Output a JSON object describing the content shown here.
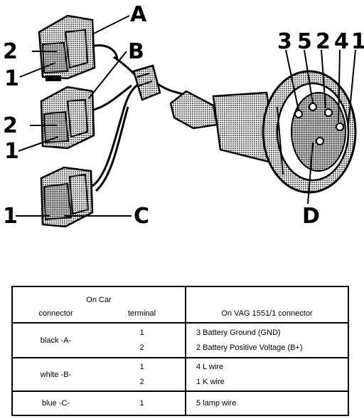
{
  "diagram": {
    "labels": {
      "A": "A",
      "B": "B",
      "C": "C",
      "D": "D",
      "left_2_top": "2",
      "left_1_top": "1",
      "left_2_mid": "2",
      "left_1_mid": "1",
      "left_1_bottom": "1",
      "pin_3": "3",
      "pin_5": "5",
      "pin_2": "2",
      "pin_4": "4",
      "pin_1": "1"
    },
    "colors": {
      "ink": "#000000",
      "stipple": "#8a8a8a",
      "background": "#ffffff"
    }
  },
  "table": {
    "group_header": "On Car",
    "headers": {
      "connector": "connector",
      "terminal": "terminal",
      "vag": "On VAG 1551/1 connector"
    },
    "rows": [
      {
        "connector": "black -A-",
        "terminals": [
          "1",
          "2"
        ],
        "vag": [
          "3  Battery Ground  (GND)",
          "2  Battery Positive Voltage  (B+)"
        ]
      },
      {
        "connector": "white -B-",
        "terminals": [
          "1",
          "2"
        ],
        "vag": [
          "4  L wire",
          "1  K wire"
        ]
      },
      {
        "connector": "blue -C-",
        "terminals": [
          "1"
        ],
        "vag": [
          "5  lamp wire"
        ]
      }
    ]
  }
}
